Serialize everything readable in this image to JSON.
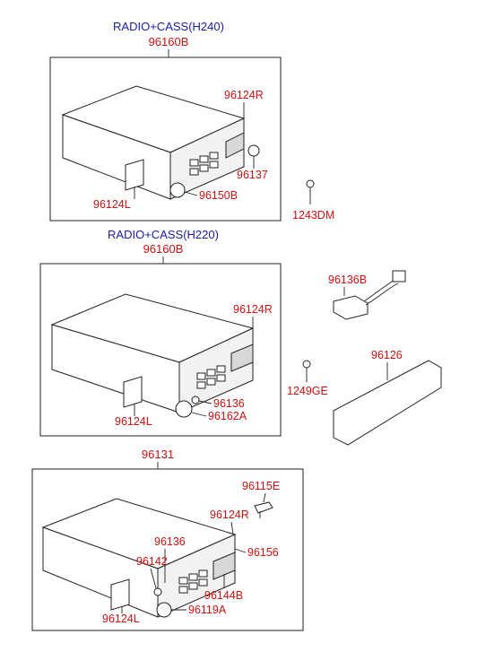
{
  "diagram": {
    "assembly1": {
      "title": "RADIO+CASS(H240)",
      "part_no": "96160B",
      "labels": {
        "r": "96124R",
        "l": "96124L",
        "knob": "96150B",
        "shaft": "96137"
      }
    },
    "screw1": "1243DM",
    "assembly2": {
      "title": "RADIO+CASS(H220)",
      "part_no": "96160B",
      "labels": {
        "r": "96124R",
        "l": "96124L",
        "knob1": "96136",
        "knob2": "96162A"
      }
    },
    "harness": "96136B",
    "screw2": "1249GE",
    "panel": "96126",
    "assembly3": {
      "part_no": "96131",
      "labels": {
        "clip": "96115E",
        "r": "96124R",
        "knob": "96136",
        "p1": "96142",
        "p2": "96156",
        "p3": "96144B",
        "l": "96124L",
        "knob2": "96119A"
      }
    }
  }
}
